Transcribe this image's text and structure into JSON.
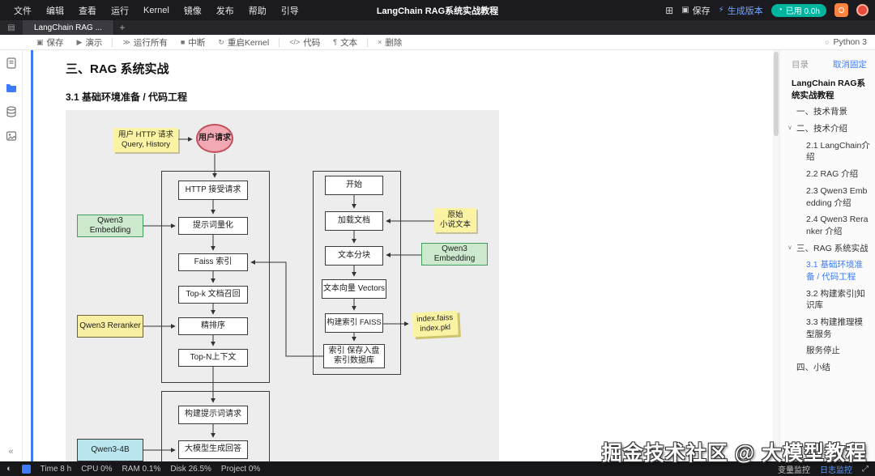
{
  "menubar": {
    "items": [
      "文件",
      "编辑",
      "查看",
      "运行",
      "Kernel",
      "镜像",
      "发布",
      "帮助",
      "引导"
    ],
    "title": "LangChain RAG系统实战教程",
    "save": "保存",
    "version": "生成版本",
    "usage": "已用 0.0h"
  },
  "tabbar": {
    "active_tab": "LangChain RAG ...",
    "new_tab": "+"
  },
  "toolbar": {
    "save": "保存",
    "present": "演示",
    "run_all": "运行所有",
    "interrupt": "中断",
    "restart": "重启Kernel",
    "code": "代码",
    "text": "文本",
    "delete": "删除",
    "kernel": "Python 3"
  },
  "notebook": {
    "heading": "三、RAG 系统实战",
    "subheading": "3.1 基础环境准备 / 代码工程"
  },
  "diagram": {
    "nodes": {
      "user_note": "用户 HTTP 请求\nQuery, History",
      "user": "用户请求",
      "http": "HTTP 接受请求",
      "quant": "提示词量化",
      "faiss": "Faiss 索引",
      "topk": "Top-k 文档召回",
      "rerank": "精排序",
      "topn": "Top-N上下文",
      "prompt": "构建提示词请求",
      "llm": "大模型生成回答",
      "embed_left": "Qwen3 Embedding",
      "reranker": "Qwen3 Reranker",
      "qwen4b": "Qwen3-4B",
      "start": "开始",
      "load": "加载文档",
      "split": "文本分块",
      "vectors": "文本向量 Vectors",
      "index": "构建索引 FAISS",
      "save_index": "索引 保存入盘\n索引数据库",
      "novel_note": "原始\n小说文本",
      "embed_right": "Qwen3 Embedding",
      "index_files": "index.faiss\nindex.pkl"
    },
    "colors": {
      "background": "#ededed",
      "green_bg": "#cde9cd",
      "green_border": "#3f9e5e",
      "yellow_bg": "#fbf3a4",
      "cyan_bg": "#b9e6ef",
      "pink_bg": "#f2a9b4",
      "pink_border": "#c2505c",
      "accent_blue": "#3d7bfa",
      "teal": "#00b5a0",
      "camera_orange": "#ff8440"
    }
  },
  "toc": {
    "header": "目录",
    "unpin": "取消固定",
    "items": [
      {
        "label": "LangChain RAG系统实战教程"
      },
      {
        "label": "一、技术背景"
      },
      {
        "label": "二、技术介绍"
      },
      {
        "label": "2.1 LangChain介绍"
      },
      {
        "label": "2.2 RAG 介绍"
      },
      {
        "label": "2.3 Qwen3 Embedding 介绍"
      },
      {
        "label": "2.4 Qwen3 Reranker 介绍"
      },
      {
        "label": "三、RAG 系统实战"
      },
      {
        "label": "3.1 基础环境准备 / 代码工程"
      },
      {
        "label": "3.2 构建索引|知识库"
      },
      {
        "label": "3.3 构建推理模型服务"
      },
      {
        "label": "服务停止"
      },
      {
        "label": "四、小结"
      }
    ]
  },
  "statusbar": {
    "metrics": [
      "Time 8 h",
      "CPU 0%",
      "RAM 0.1%",
      "Disk 26.5%",
      "Project 0%"
    ],
    "var_monitor": "变量监控",
    "log_monitor": "日志监控"
  },
  "watermark": "掘金技术社区 @ 大模型教程",
  "icons": {
    "chevron_down": "∨",
    "grid": "⊞",
    "save": "▣",
    "flash": "⚡",
    "clock": "◔",
    "plus": "+",
    "panel": "▤",
    "play": "▶",
    "run_all": "≫",
    "stop": "■",
    "restart": "↻",
    "code": "</>",
    "text": "¶",
    "trash": "×",
    "kernel_circle": "○",
    "collapse": "«",
    "theme": "◐",
    "expand": "⤢"
  }
}
